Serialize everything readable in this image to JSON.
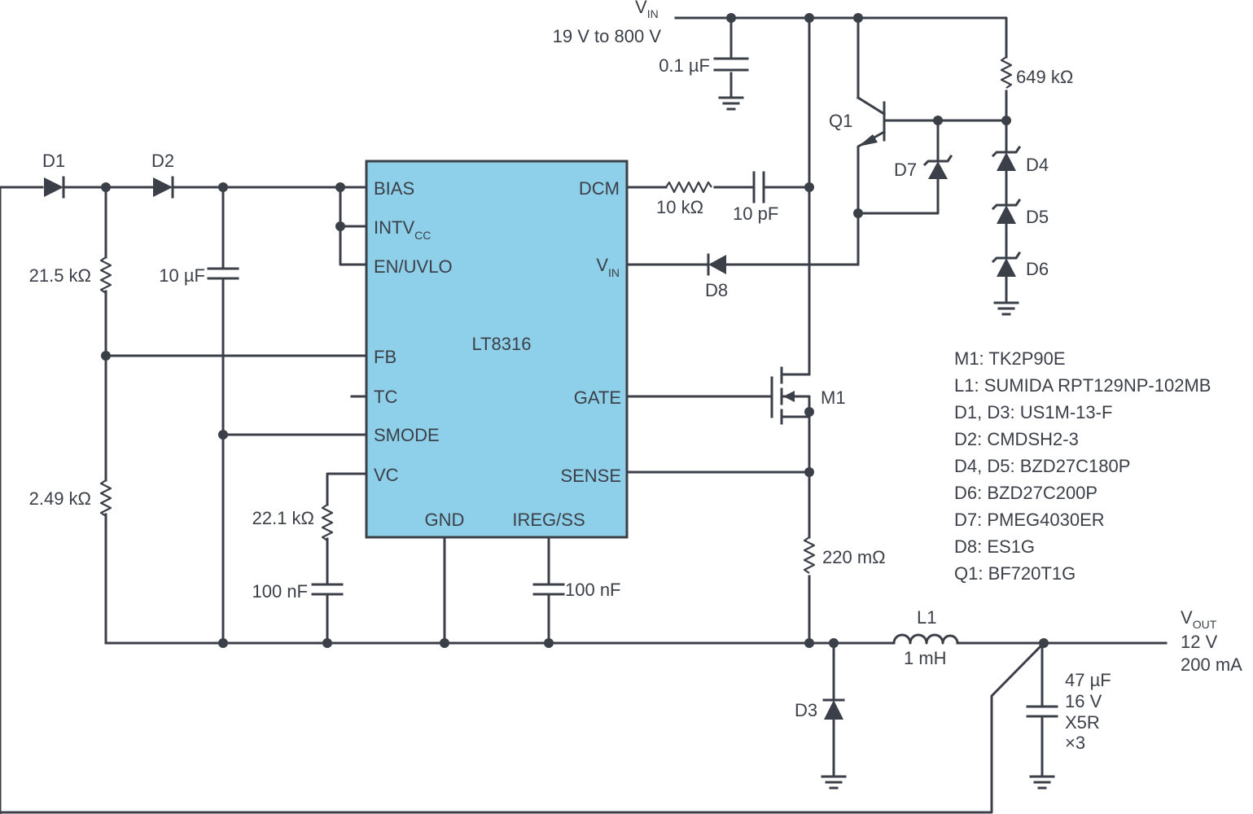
{
  "vin": {
    "label": "V",
    "sub": "IN",
    "range": "19 V to 800 V"
  },
  "vout": {
    "label": "V",
    "sub": "OUT",
    "voltage": "12 V",
    "current": "200 mA"
  },
  "chip": {
    "name": "LT8316",
    "pins_left": [
      "BIAS",
      "INTV",
      "EN/UVLO",
      "FB",
      "TC",
      "SMODE",
      "VC"
    ],
    "intvcc_sub": "CC",
    "pins_right": [
      "DCM",
      "V",
      "GATE",
      "SENSE"
    ],
    "vin_pin_sub": "IN",
    "pins_bottom": [
      "GND",
      "IREG/SS"
    ]
  },
  "components": {
    "c_vin": "0.1 µF",
    "r_top": "649 kΩ",
    "q1": "Q1",
    "d1": "D1",
    "d2": "D2",
    "d3": "D3",
    "d4": "D4",
    "d5": "D5",
    "d6": "D6",
    "d7": "D7",
    "d8": "D8",
    "m1": "M1",
    "r_dcm": "10 kΩ",
    "c_dcm": "10 pF",
    "r_fb_top": "21.5 kΩ",
    "c_bias": "10 µF",
    "r_fb_bot": "2.49 kΩ",
    "r_vc": "22.1 kΩ",
    "c_vc": "100 nF",
    "c_ireg": "100 nF",
    "r_sense": "220 mΩ",
    "l1": "L1",
    "l1_val": "1 mH",
    "c_out_1": "47 µF",
    "c_out_2": "16 V",
    "c_out_3": "X5R",
    "c_out_4": "×3"
  },
  "bom": [
    "M1: TK2P90E",
    "L1: SUMIDA RPT129NP-102MB",
    "D1, D3: US1M-13-F",
    "D2: CMDSH2-3",
    "D4, D5: BZD27C180P",
    "D6: BZD27C200P",
    "D7: PMEG4030ER",
    "D8: ES1G",
    "Q1: BF720T1G"
  ]
}
